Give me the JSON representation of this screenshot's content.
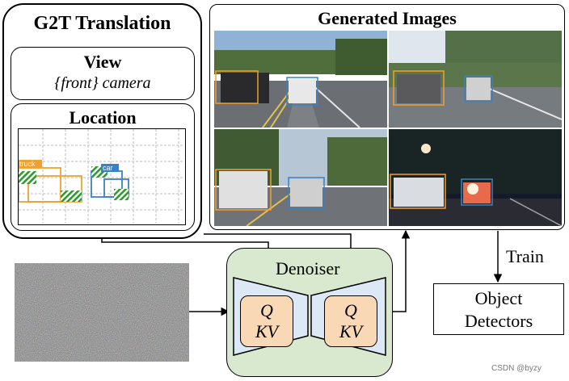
{
  "g2t": {
    "title": "G2T Translation",
    "view_title": "View",
    "view_subtitle": "{front} camera",
    "location_title": "Location",
    "box_labels": [
      "truck",
      "car"
    ]
  },
  "generated": {
    "title": "Generated Images"
  },
  "denoiser": {
    "label": "Denoiser",
    "blocks": [
      {
        "q": "Q",
        "kv": "KV"
      },
      {
        "q": "Q",
        "kv": "KV"
      }
    ]
  },
  "detectors": {
    "line1": "Object",
    "line2": "Detectors",
    "train_label": "Train"
  },
  "watermark": "CSDN @byzy",
  "colors": {
    "denoiser_bg": "#d8e9cf",
    "attn_block": "#f9d8b5",
    "unet_trapezoid": "#dde8f6",
    "truck_box": "#f0a030",
    "car_box": "#3a82c4",
    "hatch_green": "#2f9a2f"
  }
}
